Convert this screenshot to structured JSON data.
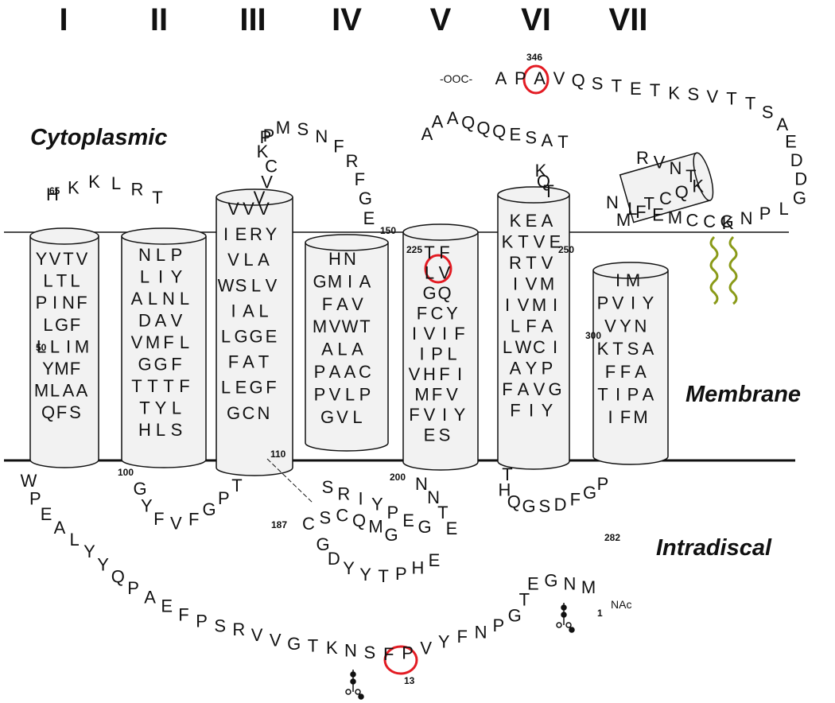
{
  "helices": [
    "I",
    "II",
    "III",
    "IV",
    "V",
    "VI",
    "VII"
  ],
  "regions": {
    "cytoplasmic": "Cytoplasmic",
    "membrane": "Membrane",
    "intradiscal": "Intradiscal"
  },
  "terminals": {
    "c": "-OOC-",
    "n": "NAc"
  },
  "numbers": {
    "n346": "346",
    "n65": "65",
    "n50": "50",
    "n100": "100",
    "n110": "110",
    "n150": "150",
    "n187": "187",
    "n200": "200",
    "n225": "225",
    "n250": "250",
    "n282": "282",
    "n300": "300",
    "n13": "13",
    "n1": "1"
  },
  "colors": {
    "highlight": "#e31b23",
    "palmitoyl": "#8a9a18",
    "cylinder_fill": "#f2f2f2"
  },
  "helix_letters": [
    "YVTV LTL PINF LGF LLIM YMF MLAA QFS",
    "NLP LIY ALNL DAV VMFL GGF TTTF TYL HLS",
    "VVV IERY VLA WSLV IAL LGGE FAT LEGF GCN",
    "HN GMIA FAV MVWT ALA PAAC PVLP GVL",
    "TF LV GQ FCY IVIF IPL VHFI MFV FVIY ES",
    "KEA KTVE RTV IVM IVMI LFA LWCI AYP FAVG FIY",
    "IM PVIY VYN KTSA FFA TIPA IFM"
  ],
  "loop_sequences": [
    "HKKLRT",
    "PKCVV",
    "PMSNFRFGE",
    "AAAQQQESAT",
    "KQT",
    "NM",
    "APAVQSTETKSVTTSAEDDGLPNK",
    "RVNTKQCTLFEMCCG",
    "WPEALYYQPAEFPSRVVGTKNSFPVYFNPGTEGNM",
    "GYFVFGPT",
    "SRIYPEG",
    "CSCQMG",
    "GDYYTPHE",
    "NNTE",
    "THQGSDFGP"
  ]
}
